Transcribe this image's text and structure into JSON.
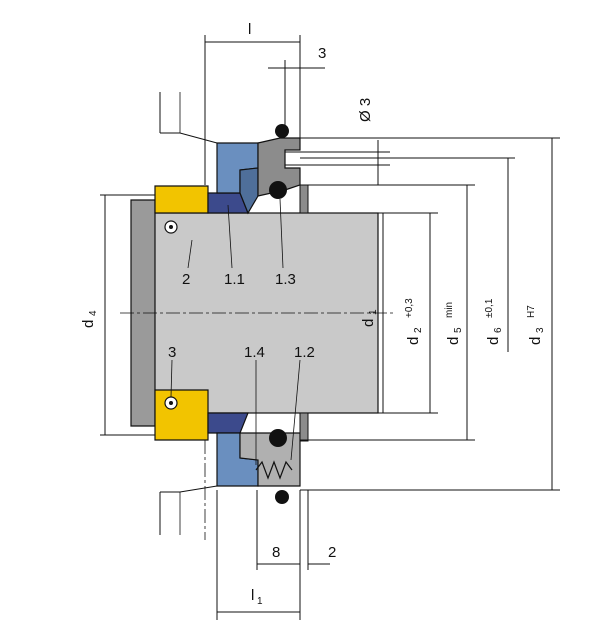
{
  "colors": {
    "shaft": "#c9c9c9",
    "shaft_dark": "#9a9a9a",
    "collar": "#f2c400",
    "seal_face": "#6a8fbf",
    "seal_face_dark": "#4f6f9a",
    "secondary": "#3c4a8c",
    "oring": "#111111",
    "housing": "#8c8c8c",
    "spring_box": "#b0b0b0"
  },
  "dimensions": {
    "l": "l",
    "three_top": "3",
    "o3": "Ø 3",
    "d1": "d",
    "d1_sub": "1",
    "d2": "d",
    "d2_sub": "2",
    "d2_tol": "+0,3",
    "d5": "d",
    "d5_sub": "5",
    "d5_tol": "min",
    "d6": "d",
    "d6_sub": "6",
    "d6_tol": "±0,1",
    "d3": "d",
    "d3_sub": "3",
    "d3_tol": "H7",
    "d4": "d",
    "d4_sub": "4",
    "eight": "8",
    "two_bottom": "2",
    "l1": "l",
    "l1_sub": "1"
  },
  "parts": {
    "p2": "2",
    "p1_1": "1.1",
    "p1_3": "1.3",
    "p3": "3",
    "p1_4": "1.4",
    "p1_2": "1.2"
  }
}
